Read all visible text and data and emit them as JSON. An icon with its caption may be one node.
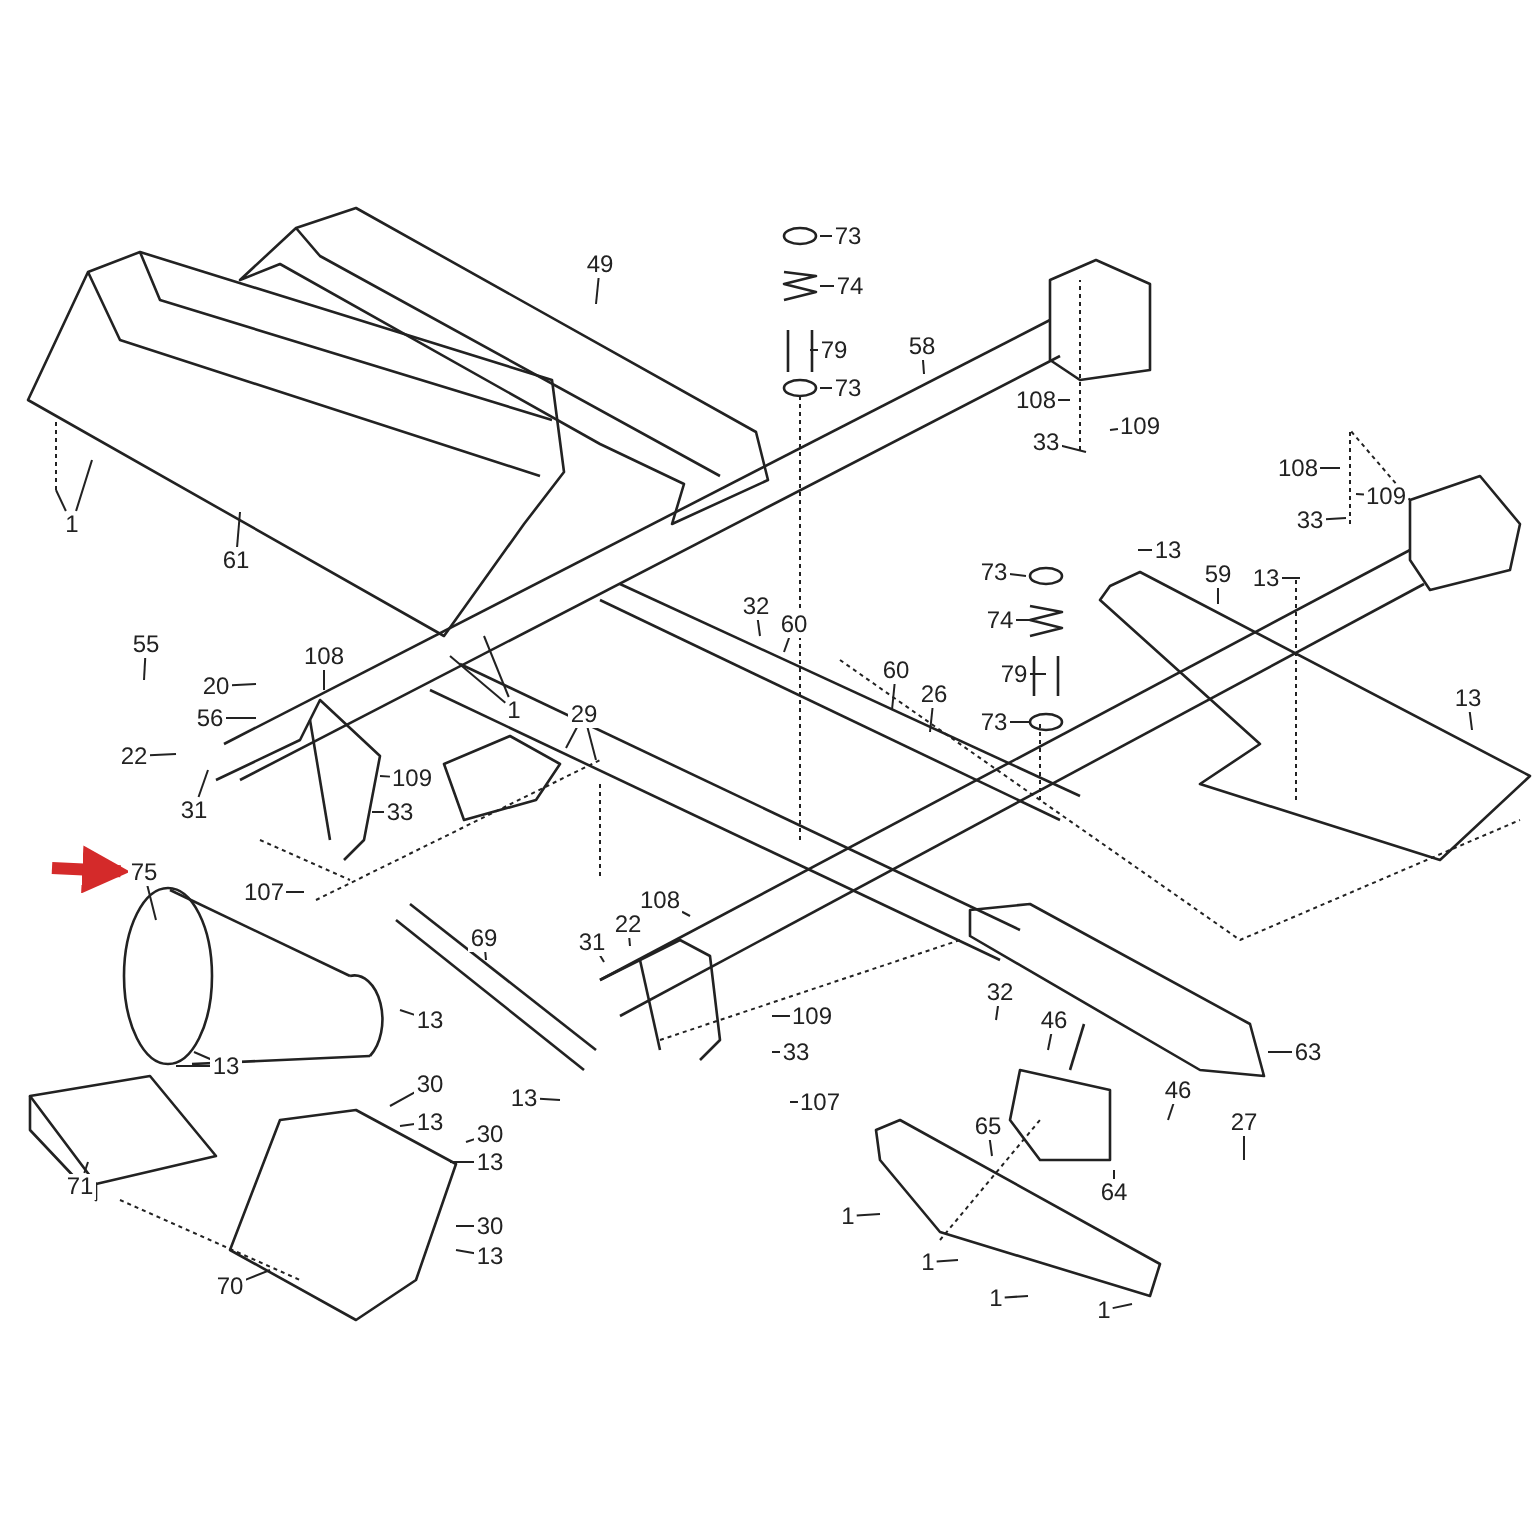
{
  "diagram": {
    "nodes": [
      {
        "text": [
          "49"
        ]
      },
      {
        "text": [
          "73"
        ]
      },
      {
        "text": [
          "74"
        ]
      },
      {
        "text": [
          "79"
        ]
      },
      {
        "text": [
          "58"
        ]
      },
      {
        "text": [
          "73"
        ]
      },
      {
        "text": [
          "108"
        ]
      },
      {
        "text": [
          "109"
        ]
      },
      {
        "text": [
          "33"
        ]
      },
      {
        "text": [
          "108"
        ]
      },
      {
        "text": [
          "109"
        ]
      },
      {
        "text": [
          "1"
        ]
      },
      {
        "text": [
          "33"
        ]
      },
      {
        "text": [
          "13"
        ]
      },
      {
        "text": [
          "61"
        ]
      },
      {
        "text": [
          "13"
        ]
      },
      {
        "text": [
          "73"
        ]
      },
      {
        "text": [
          "59"
        ]
      },
      {
        "text": [
          "32"
        ]
      },
      {
        "text": [
          "74"
        ]
      },
      {
        "text": [
          "60"
        ]
      },
      {
        "text": [
          "55"
        ]
      },
      {
        "text": [
          "108"
        ]
      },
      {
        "text": [
          "60"
        ]
      },
      {
        "text": [
          "79"
        ]
      },
      {
        "text": [
          "20"
        ]
      },
      {
        "text": [
          "26"
        ]
      },
      {
        "text": [
          "13"
        ]
      },
      {
        "text": [
          "1"
        ]
      },
      {
        "text": [
          "29"
        ]
      },
      {
        "text": [
          "56"
        ]
      },
      {
        "text": [
          "73"
        ]
      },
      {
        "text": [
          "22"
        ]
      },
      {
        "text": [
          "109"
        ]
      },
      {
        "text": [
          "31"
        ]
      },
      {
        "text": [
          "33"
        ]
      },
      {
        "text": [
          "75"
        ]
      },
      {
        "text": [
          "107"
        ]
      },
      {
        "text": [
          "108"
        ]
      },
      {
        "text": [
          "22"
        ]
      },
      {
        "text": [
          "31"
        ]
      },
      {
        "text": [
          "69"
        ]
      },
      {
        "text": [
          "32"
        ]
      },
      {
        "text": [
          "109"
        ]
      },
      {
        "text": [
          "46"
        ]
      },
      {
        "text": [
          "13"
        ]
      },
      {
        "text": [
          "63"
        ]
      },
      {
        "text": [
          "33"
        ]
      },
      {
        "text": [
          "13"
        ]
      },
      {
        "text": [
          "30"
        ]
      },
      {
        "text": [
          "46"
        ]
      },
      {
        "text": [
          "13"
        ]
      },
      {
        "text": [
          "107"
        ]
      },
      {
        "text": [
          "13"
        ]
      },
      {
        "text": [
          "27"
        ]
      },
      {
        "text": [
          "65"
        ]
      },
      {
        "text": [
          "30"
        ]
      },
      {
        "text": [
          "13"
        ]
      },
      {
        "text": [
          "71"
        ]
      },
      {
        "text": [
          "64"
        ]
      },
      {
        "text": [
          "1"
        ]
      },
      {
        "text": [
          "30"
        ]
      },
      {
        "text": [
          "13"
        ]
      },
      {
        "text": [
          "1"
        ]
      },
      {
        "text": [
          "70"
        ]
      },
      {
        "text": [
          "1"
        ]
      },
      {
        "text": [
          "1"
        ]
      }
    ],
    "edges": [
      {
        "from": 0,
        "to": null,
        "arrow": "none"
      },
      {
        "from": 1,
        "to": null,
        "arrow": "none"
      },
      {
        "from": 2,
        "to": null,
        "arrow": "none"
      },
      {
        "from": 3,
        "to": null,
        "arrow": "none"
      },
      {
        "from": 4,
        "to": null,
        "arrow": "none"
      },
      {
        "from": 5,
        "to": null,
        "arrow": "none"
      },
      {
        "from": 6,
        "to": null,
        "arrow": "none"
      },
      {
        "from": 7,
        "to": null,
        "arrow": "none"
      },
      {
        "from": 8,
        "to": null,
        "arrow": "none"
      },
      {
        "from": 9,
        "to": null,
        "arrow": "none"
      },
      {
        "from": 10,
        "to": null,
        "arrow": "none"
      },
      {
        "from": 11,
        "to": null,
        "arrow": "none"
      },
      {
        "from": 11,
        "to": null,
        "arrow": "none"
      },
      {
        "from": 12,
        "to": null,
        "arrow": "none"
      },
      {
        "from": 13,
        "to": null,
        "arrow": "none"
      },
      {
        "from": 14,
        "to": null,
        "arrow": "none"
      },
      {
        "from": 15,
        "to": null,
        "arrow": "none"
      },
      {
        "from": 16,
        "to": null,
        "arrow": "none"
      },
      {
        "from": 17,
        "to": null,
        "arrow": "none"
      },
      {
        "from": 18,
        "to": null,
        "arrow": "none"
      },
      {
        "from": 19,
        "to": null,
        "arrow": "none"
      },
      {
        "from": 20,
        "to": null,
        "arrow": "none"
      },
      {
        "from": 21,
        "to": null,
        "arrow": "none"
      },
      {
        "from": 22,
        "to": null,
        "arrow": "none"
      },
      {
        "from": 23,
        "to": null,
        "arrow": "none"
      },
      {
        "from": 24,
        "to": null,
        "arrow": "none"
      },
      {
        "from": 25,
        "to": null,
        "arrow": "none"
      },
      {
        "from": 26,
        "to": null,
        "arrow": "none"
      },
      {
        "from": 27,
        "to": null,
        "arrow": "none"
      },
      {
        "from": 28,
        "to": null,
        "arrow": "none"
      },
      {
        "from": 28,
        "to": null,
        "arrow": "none"
      },
      {
        "from": 29,
        "to": null,
        "arrow": "none"
      },
      {
        "from": 29,
        "to": null,
        "arrow": "none"
      },
      {
        "from": 30,
        "to": null,
        "arrow": "none"
      },
      {
        "from": 31,
        "to": null,
        "arrow": "none"
      },
      {
        "from": 32,
        "to": null,
        "arrow": "none"
      },
      {
        "from": 33,
        "to": null,
        "arrow": "none"
      },
      {
        "from": 34,
        "to": null,
        "arrow": "none"
      },
      {
        "from": 35,
        "to": null,
        "arrow": "none"
      },
      {
        "from": 36,
        "to": null,
        "arrow": "none"
      },
      {
        "from": 37,
        "to": null,
        "arrow": "none"
      },
      {
        "from": 38,
        "to": null,
        "arrow": "none"
      },
      {
        "from": 39,
        "to": null,
        "arrow": "none"
      },
      {
        "from": 40,
        "to": null,
        "arrow": "none"
      },
      {
        "from": 41,
        "to": null,
        "arrow": "none"
      },
      {
        "from": 42,
        "to": null,
        "arrow": "none"
      },
      {
        "from": 43,
        "to": null,
        "arrow": "none"
      },
      {
        "from": 44,
        "to": null,
        "arrow": "none"
      },
      {
        "from": 45,
        "to": null,
        "arrow": "none"
      },
      {
        "from": 46,
        "to": null,
        "arrow": "none"
      },
      {
        "from": 47,
        "to": null,
        "arrow": "none"
      },
      {
        "from": 48,
        "to": null,
        "arrow": "none"
      },
      {
        "from": 48,
        "to": null,
        "arrow": "none"
      },
      {
        "from": 49,
        "to": null,
        "arrow": "none"
      },
      {
        "from": 50,
        "to": null,
        "arrow": "none"
      },
      {
        "from": 51,
        "to": null,
        "arrow": "none"
      },
      {
        "from": 52,
        "to": null,
        "arrow": "none"
      },
      {
        "from": 53,
        "to": null,
        "arrow": "none"
      },
      {
        "from": 54,
        "to": null,
        "arrow": "none"
      },
      {
        "from": 55,
        "to": null,
        "arrow": "none"
      },
      {
        "from": 56,
        "to": null,
        "arrow": "none"
      },
      {
        "from": 57,
        "to": null,
        "arrow": "none"
      },
      {
        "from": 58,
        "to": null,
        "arrow": "none"
      },
      {
        "from": 59,
        "to": null,
        "arrow": "none"
      },
      {
        "from": 60,
        "to": null,
        "arrow": "none"
      },
      {
        "from": 61,
        "to": null,
        "arrow": "none"
      },
      {
        "from": 62,
        "to": null,
        "arrow": "none"
      },
      {
        "from": 63,
        "to": null,
        "arrow": "none"
      },
      {
        "from": 64,
        "to": null,
        "arrow": "none"
      },
      {
        "from": 65,
        "to": null,
        "arrow": "none"
      },
      {
        "from": 66,
        "to": null,
        "arrow": "none"
      },
      {
        "from": null,
        "to": 36,
        "arrow": "to",
        "style": "thick",
        "color": "#d42a2a"
      }
    ]
  }
}
